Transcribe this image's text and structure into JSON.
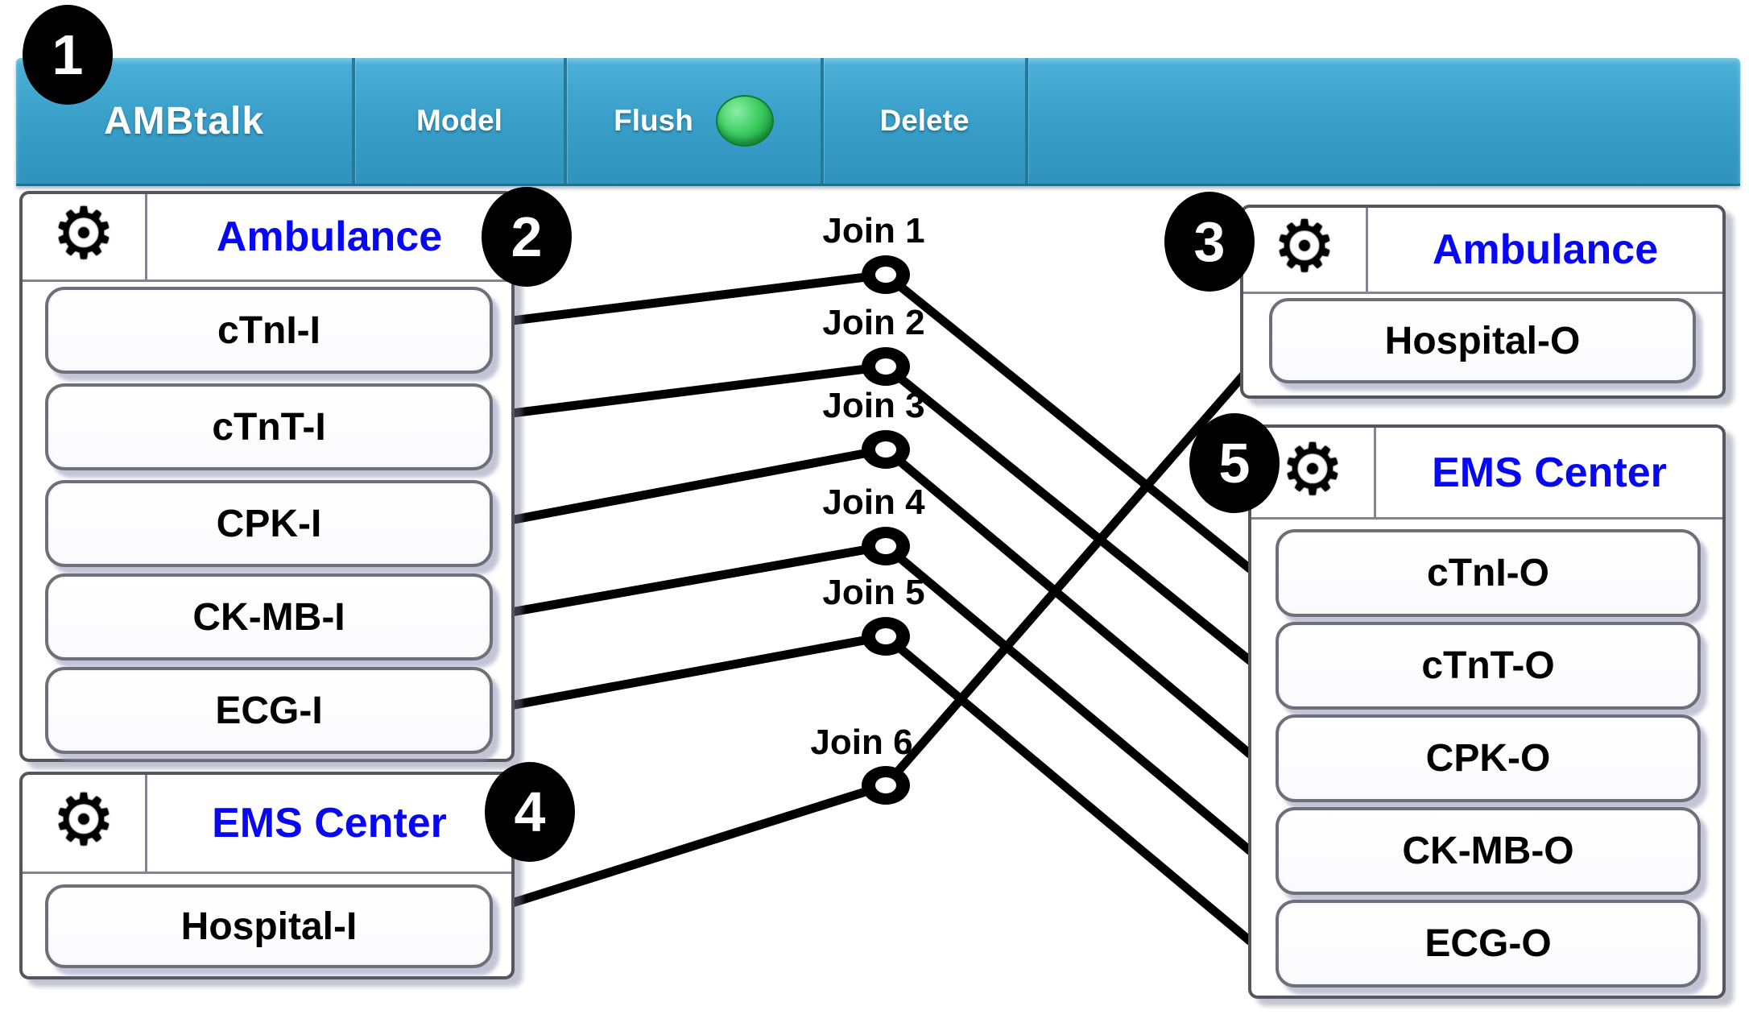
{
  "toolbar": {
    "app_title": "AMBtalk",
    "tabs": {
      "model": "Model",
      "flush": "Flush",
      "delete": "Delete"
    }
  },
  "badges": {
    "step1": "1",
    "step2": "2",
    "step3": "3",
    "step4": "4",
    "step5": "5"
  },
  "icons": {
    "gear": "⚙",
    "flush_led": "green-status-light"
  },
  "panels": {
    "ambulance_left": {
      "title": "Ambulance",
      "buttons": [
        "cTnI-I",
        "cTnT-I",
        "CPK-I",
        "CK-MB-I",
        "ECG-I"
      ]
    },
    "ems_left": {
      "title": "EMS Center",
      "buttons": [
        "Hospital-I"
      ]
    },
    "ambulance_right": {
      "title": "Ambulance",
      "buttons": [
        "Hospital-O"
      ]
    },
    "ems_right": {
      "title": "EMS Center",
      "buttons": [
        "cTnI-O",
        "cTnT-O",
        "CPK-O",
        "CK-MB-O",
        "ECG-O"
      ]
    }
  },
  "joins": [
    {
      "label": "Join 1"
    },
    {
      "label": "Join 2"
    },
    {
      "label": "Join 3"
    },
    {
      "label": "Join 4"
    },
    {
      "label": "Join 5"
    },
    {
      "label": "Join 6"
    }
  ],
  "connections": [
    {
      "from": "cTnI-I",
      "via": "Join 1",
      "to": "cTnI-O"
    },
    {
      "from": "cTnT-I",
      "via": "Join 2",
      "to": "cTnT-O"
    },
    {
      "from": "CPK-I",
      "via": "Join 3",
      "to": "CPK-O"
    },
    {
      "from": "CK-MB-I",
      "via": "Join 4",
      "to": "CK-MB-O"
    },
    {
      "from": "ECG-I",
      "via": "Join 5",
      "to": "ECG-O"
    },
    {
      "from": "Hospital-I",
      "via": "Join 6",
      "to": "Hospital-O"
    }
  ],
  "colors": {
    "toolbar_blue": "#3aa0ca",
    "title_blue": "#0707f2",
    "led_green": "#2ec155",
    "wire_black": "#000000",
    "badge_black": "#000000"
  }
}
